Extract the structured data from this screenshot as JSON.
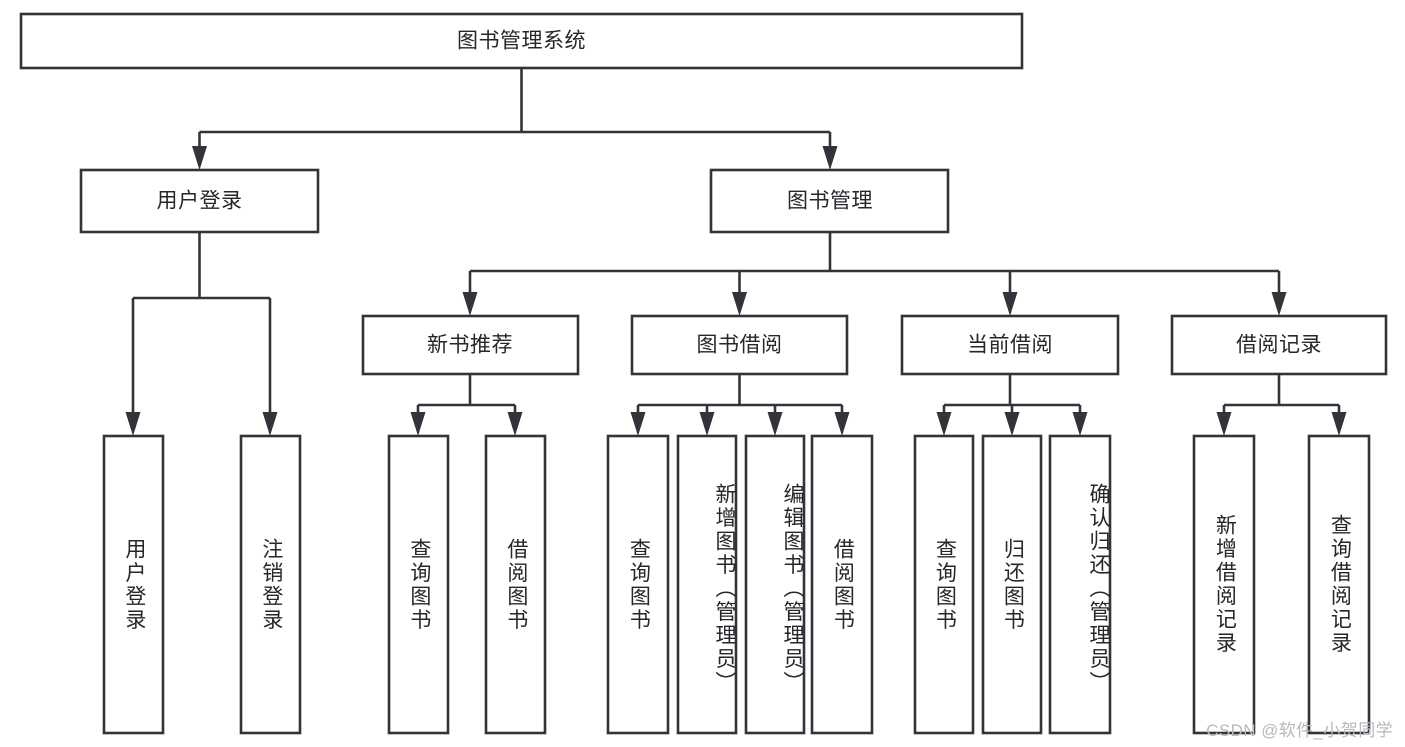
{
  "diagram": {
    "type": "tree-hierarchy",
    "title": "图书管理系统",
    "watermark": "CSDN @软件_小贺同学",
    "colors": {
      "box_stroke": "#33333a",
      "box_fill": "#ffffff",
      "text": "#26262b",
      "background": "#ffffff",
      "watermark": "#b9b9bd"
    },
    "root": {
      "label": "图书管理系统"
    },
    "level2": [
      {
        "label": "用户登录"
      },
      {
        "label": "图书管理"
      }
    ],
    "level3": [
      {
        "label": "新书推荐"
      },
      {
        "label": "图书借阅"
      },
      {
        "label": "当前借阅"
      },
      {
        "label": "借阅记录"
      }
    ],
    "leaves": {
      "user_login": [
        {
          "label": "用户登录"
        },
        {
          "label": "注销登录"
        }
      ],
      "new_book": [
        {
          "label": "查询图书"
        },
        {
          "label": "借阅图书"
        }
      ],
      "book_borrow": [
        {
          "label": "查询图书"
        },
        {
          "label": "新增图书（管理员）"
        },
        {
          "label": "编辑图书（管理员）"
        },
        {
          "label": "借阅图书"
        }
      ],
      "current_borrow": [
        {
          "label": "查询图书"
        },
        {
          "label": "归还图书"
        },
        {
          "label": "确认归还（管理员）"
        }
      ],
      "borrow_record": [
        {
          "label": "新增借阅记录"
        },
        {
          "label": "查询借阅记录"
        }
      ]
    }
  }
}
